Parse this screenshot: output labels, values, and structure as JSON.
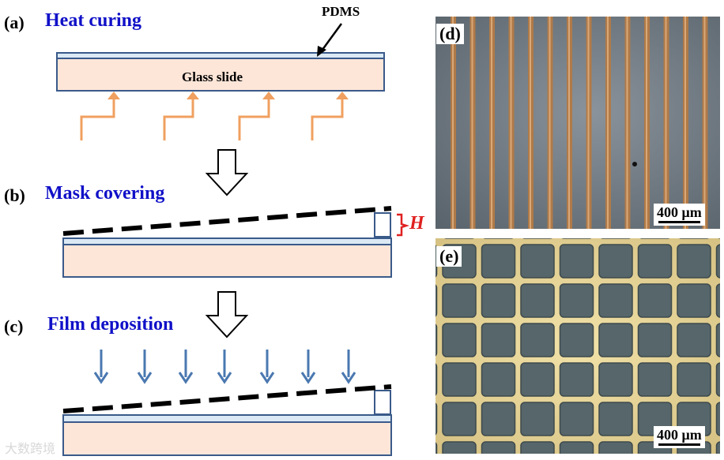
{
  "colors": {
    "step_title": "#1010c8",
    "heat_arrow": "#f0a060",
    "deposition_arrow": "#4a78b0",
    "height_marker": "#e02020",
    "slide_fill": "#fde6d8",
    "pdms_fill": "#dbe9f4",
    "outline": "#3a5a8a",
    "mask": "#000000"
  },
  "panel_a": {
    "label": "(a)",
    "title": "Heat curing",
    "pdms_label": "PDMS",
    "slide_label": "Glass slide"
  },
  "panel_b": {
    "label": "(b)",
    "title": "Mask covering",
    "height_label": "H"
  },
  "panel_c": {
    "label": "(c)",
    "title": "Film deposition"
  },
  "panel_d": {
    "label": "(d)",
    "scale_bar": "400 μm",
    "pattern": "parallel stripes"
  },
  "panel_e": {
    "label": "(e)",
    "scale_bar": "400 μm",
    "pattern": "square grid"
  },
  "watermark": "大数跨境"
}
